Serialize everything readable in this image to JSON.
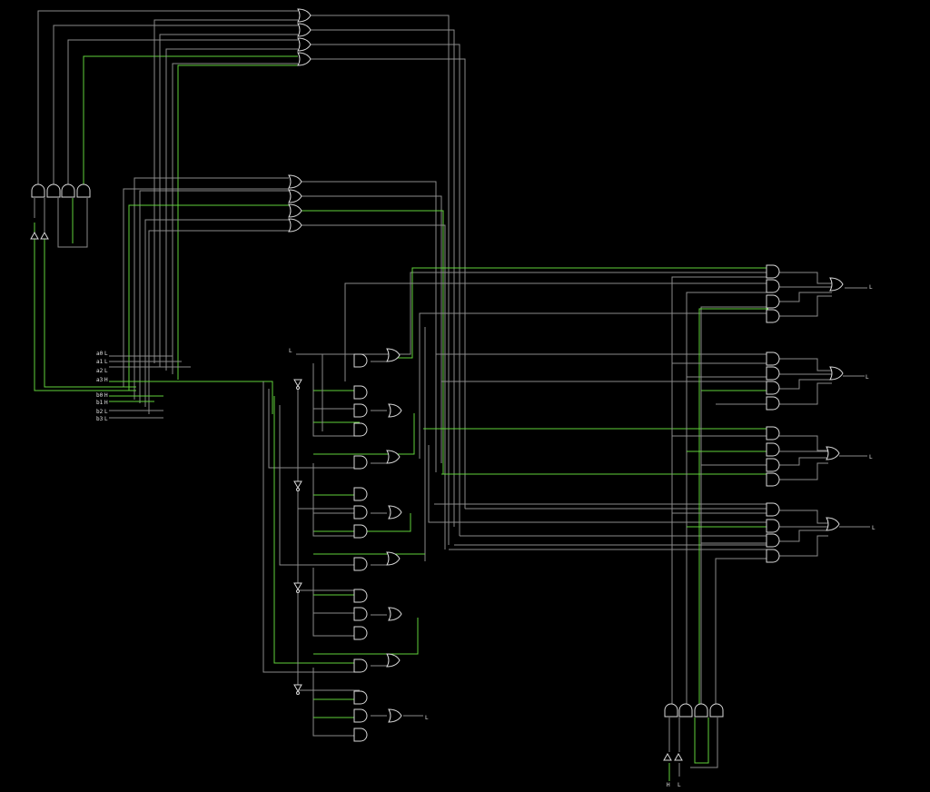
{
  "colors": {
    "background": "#000000",
    "wire_low": "#8a8a8a",
    "wire_high": "#5fd13a",
    "gate": "#d8d8d8"
  },
  "inputs": [
    {
      "name": "a0",
      "value": "L"
    },
    {
      "name": "a1",
      "value": "L"
    },
    {
      "name": "a2",
      "value": "L"
    },
    {
      "name": "a3",
      "value": "H"
    },
    {
      "name": "b0",
      "value": "H"
    },
    {
      "name": "b1",
      "value": "H"
    },
    {
      "name": "b2",
      "value": "L"
    },
    {
      "name": "b3",
      "value": "L"
    }
  ],
  "carry_in_label": "L",
  "sum_out_label": "L",
  "top_outputs": [
    "L",
    "L",
    "L",
    "L"
  ],
  "bottom_inputs": [
    "H",
    "L"
  ]
}
